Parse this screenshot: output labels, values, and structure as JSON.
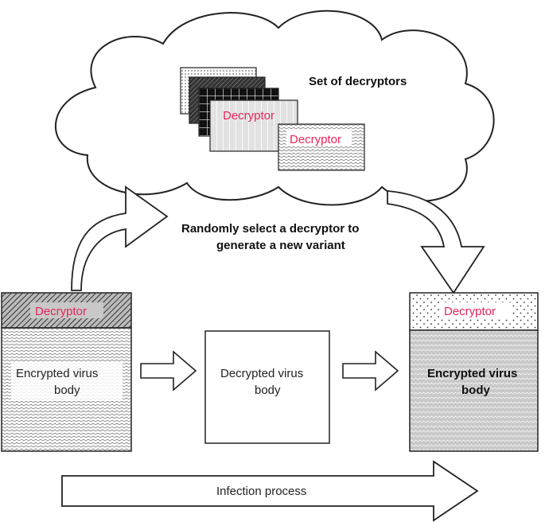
{
  "diagram": {
    "cloud_title": "Set of decryptors",
    "cloud_card_front_label": "Decryptor",
    "cloud_card_back_label": "Decryptor",
    "select_caption_line1": "Randomly select a decryptor to",
    "select_caption_line2": "generate a new variant",
    "left_box": {
      "header": "Decryptor",
      "body_line1": "Encrypted virus",
      "body_line2": "body"
    },
    "middle_box": {
      "body_line1": "Decrypted virus",
      "body_line2": "body"
    },
    "right_box": {
      "header": "Decryptor",
      "body_line1": "Encrypted virus",
      "body_line2": "body"
    },
    "process_label": "Infection process"
  },
  "colors": {
    "decryptor_text": "#e8245a",
    "outline": "#222222"
  }
}
